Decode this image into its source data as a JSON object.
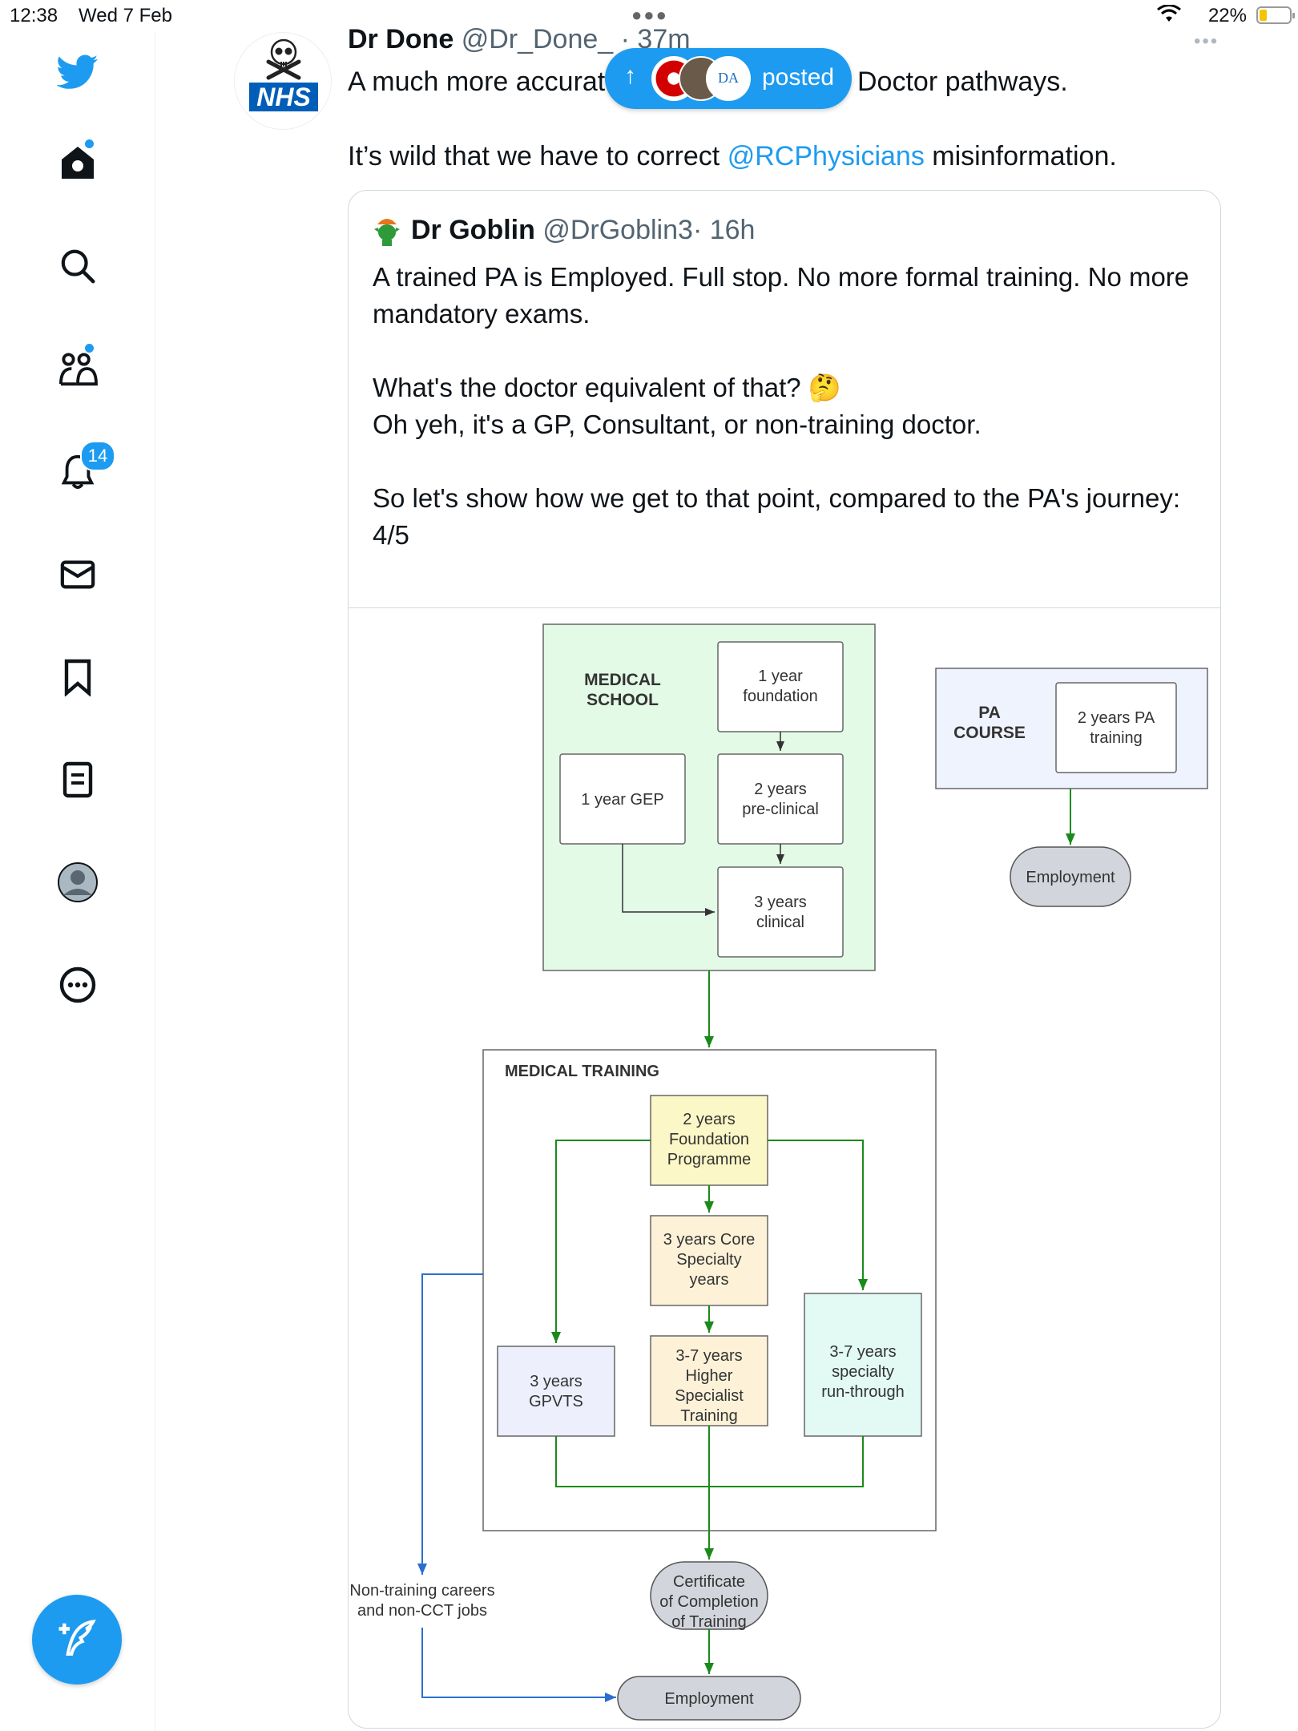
{
  "status_bar": {
    "time": "12:38",
    "date": "Wed 7 Feb",
    "battery": "22%"
  },
  "sidebar": {
    "notifications_badge": "14"
  },
  "tweet": {
    "author_name": "Dr Done",
    "author_handle": "@Dr_Done_",
    "time_ago": "· 37m",
    "line1_start": "A much more accurat",
    "line1_end": "Doctor pathways.",
    "line2_before": "It’s wild that we have to correct ",
    "line2_mention": "@RCPhysicians",
    "line2_after": " misinformation.",
    "logo_text": "NHS"
  },
  "posted_pill": {
    "label": "posted",
    "arrow": "↑",
    "avatar_badge": "DA"
  },
  "quote": {
    "author_name": "Dr Goblin",
    "author_handle": "@DrGoblin3",
    "time_ago": "· 16h",
    "p1": "A trained PA is Employed. Full stop. No more formal training. No more mandatory exams.",
    "p2a": "What's the doctor equivalent of that? 🤔",
    "p2b": "Oh yeh, it's a GP, Consultant, or non-training doctor.",
    "p3": "So let's show how we get to that point, compared to the PA's journey:",
    "p4": "4/5"
  },
  "diagram": {
    "med_school_l1": "MEDICAL",
    "med_school_l2": "SCHOOL",
    "found1_l1": "1 year",
    "found1_l2": "foundation",
    "gep": "1 year GEP",
    "preclin_l1": "2 years",
    "preclin_l2": "pre-clinical",
    "clin_l1": "3 years",
    "clin_l2": "clinical",
    "pa_course_l1": "PA",
    "pa_course_l2": "COURSE",
    "pa_train_l1": "2 years PA",
    "pa_train_l2": "training",
    "pa_employment": "Employment",
    "med_training": "MEDICAL TRAINING",
    "fp_l1": "2 years",
    "fp_l2": "Foundation",
    "fp_l3": "Programme",
    "core_l1": "3 years Core",
    "core_l2": "Specialty",
    "core_l3": "years",
    "gpvts_l1": "3 years",
    "gpvts_l2": "GPVTS",
    "hst_l1": "3-7 years",
    "hst_l2": "Higher",
    "hst_l3": "Specialist",
    "hst_l4": "Training",
    "run_l1": "3-7 years",
    "run_l2": "specialty",
    "run_l3": "run-through",
    "cct_l1": "Certificate",
    "cct_l2": "of Completion",
    "cct_l3": "of Training",
    "nontrain_l1": "Non-training careers",
    "nontrain_l2": "and non-CCT jobs",
    "employment": "Employment"
  },
  "colors": {
    "accent": "#1d9bf0",
    "green": "#1a8a1a",
    "blue_line": "#2a6fcf"
  }
}
